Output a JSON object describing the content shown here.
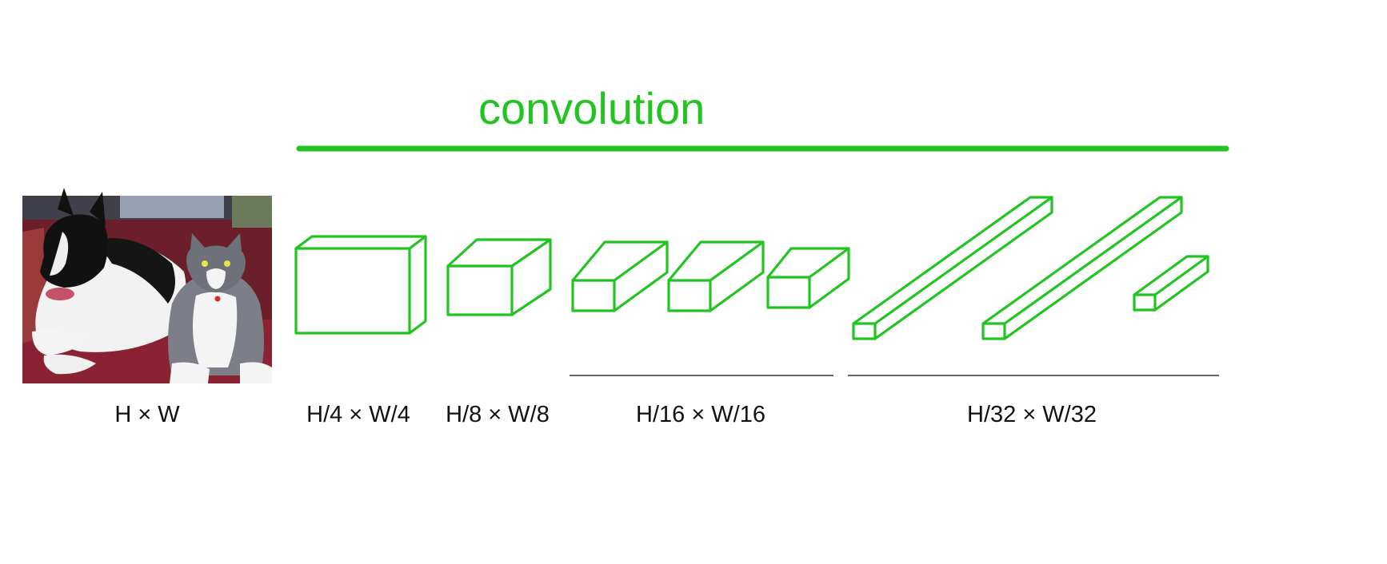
{
  "diagram": {
    "stage_label": "convolution",
    "accent_color": "#22c422",
    "label_color": "#111111",
    "input_image": {
      "icon": "dog-and-cat-photo",
      "label": "H × W"
    },
    "scale_labels": [
      "H/4 × W/4",
      "H/8 × W/8",
      "H/16 × W/16",
      "H/32 × W/32"
    ],
    "stages": [
      {
        "label": "H/4 × W/4",
        "feature_maps": 1
      },
      {
        "label": "H/8 × W/8",
        "feature_maps": 1
      },
      {
        "label": "H/16 × W/16",
        "feature_maps": 3
      },
      {
        "label": "H/32 × W/32",
        "feature_maps": 3
      }
    ]
  }
}
